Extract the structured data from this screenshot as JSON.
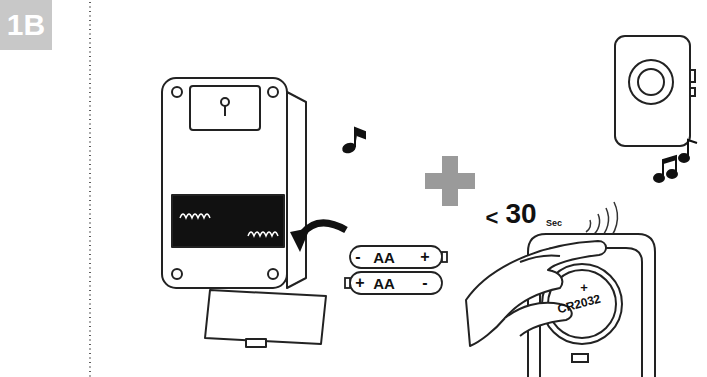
{
  "diagram": {
    "nodes": [
      {
        "text": [
          "1B"
        ]
      }
    ],
    "labels": [
      "-",
      "AA",
      "+",
      "+",
      "AA",
      "-",
      "<",
      "30",
      "Sec",
      "+",
      "CR2032"
    ]
  }
}
